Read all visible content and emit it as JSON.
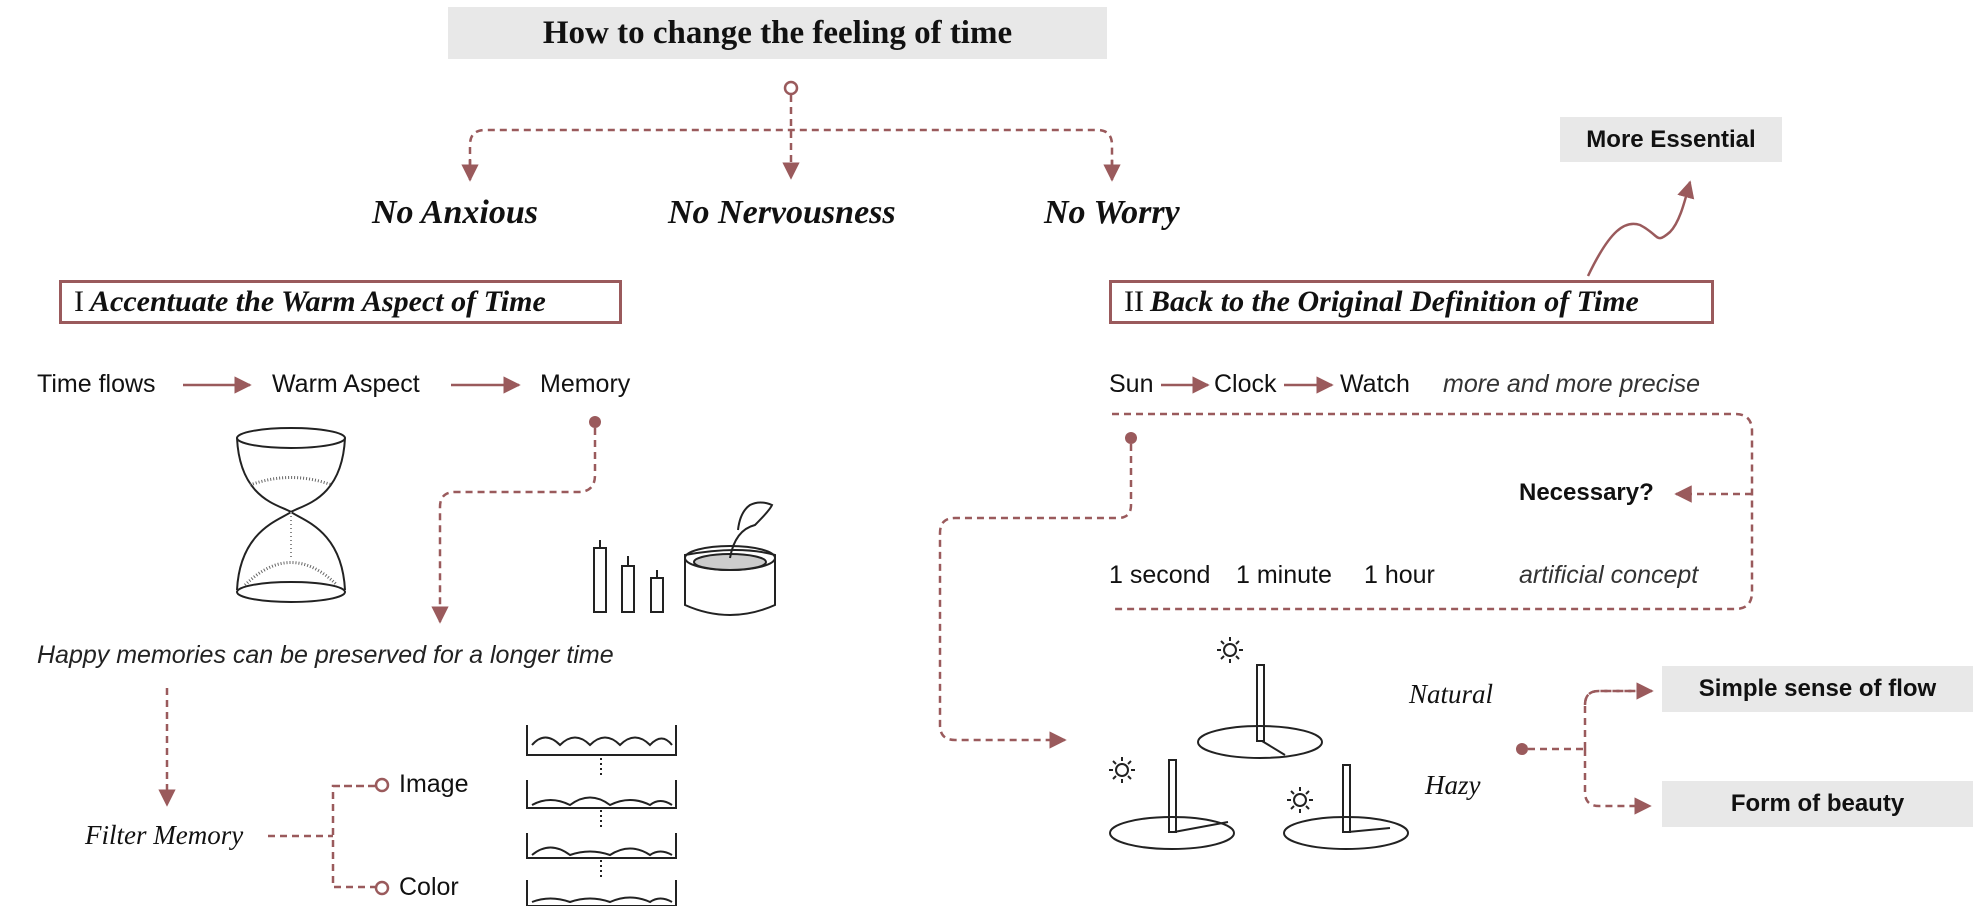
{
  "title": "How to change the feeling of time",
  "feelings": [
    "No Anxious",
    "No Nervousness",
    "No Worry"
  ],
  "sections": [
    {
      "numeral": "I",
      "heading": "Accentuate the Warm Aspect of Time"
    },
    {
      "numeral": "II",
      "heading": "Back to the Original Definition of Time"
    }
  ],
  "more_essential": "More Essential",
  "left_flow": [
    "Time flows",
    "Warm Aspect",
    "Memory"
  ],
  "happy_memories": "Happy memories can be preserved for a longer time",
  "filter_memory": "Filter Memory",
  "filter_options": [
    "Image",
    "Color"
  ],
  "right_flow": [
    "Sun",
    "Clock",
    "Watch"
  ],
  "precise_note": "more and more precise",
  "necessary": "Necessary?",
  "units": [
    "1 second",
    "1 minute",
    "1 hour"
  ],
  "artificial": "artificial concept",
  "sundial_labels": [
    "Natural",
    "Hazy"
  ],
  "outcomes": [
    "Simple sense of flow",
    "Form of beauty"
  ],
  "colors": {
    "accent": "#9a5a5c",
    "box_fill": "#e8e8e8"
  }
}
